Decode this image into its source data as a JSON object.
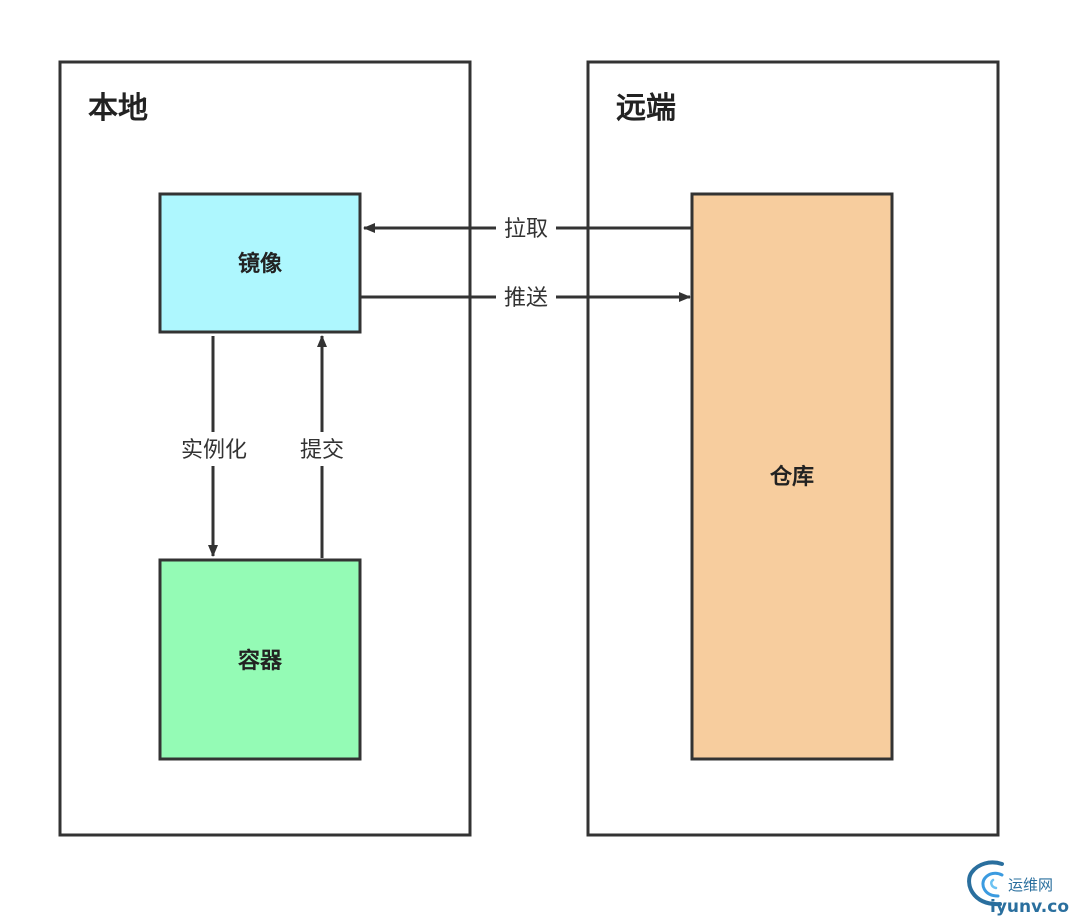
{
  "colors": {
    "image_fill": "#aef7fe",
    "container_fill": "#94fbb5",
    "repository_fill": "#f7cd9e",
    "stroke": "#333333",
    "label_bg": "#ffffff",
    "watermark": "#2a6f9e"
  },
  "panels": {
    "local": {
      "title": "本地"
    },
    "remote": {
      "title": "远端"
    }
  },
  "nodes": {
    "image": {
      "label": "镜像"
    },
    "container": {
      "label": "容器"
    },
    "repository": {
      "label": "仓库"
    }
  },
  "edges": {
    "pull": {
      "label": "拉取",
      "from": "repository",
      "to": "image"
    },
    "push": {
      "label": "推送",
      "from": "image",
      "to": "repository"
    },
    "instantiate": {
      "label": "实例化",
      "from": "image",
      "to": "container"
    },
    "commit": {
      "label": "提交",
      "from": "container",
      "to": "image"
    }
  },
  "watermark": {
    "icon": "wifi-swoosh-logo",
    "line1": "运维网",
    "line2": "iyunv.com"
  }
}
